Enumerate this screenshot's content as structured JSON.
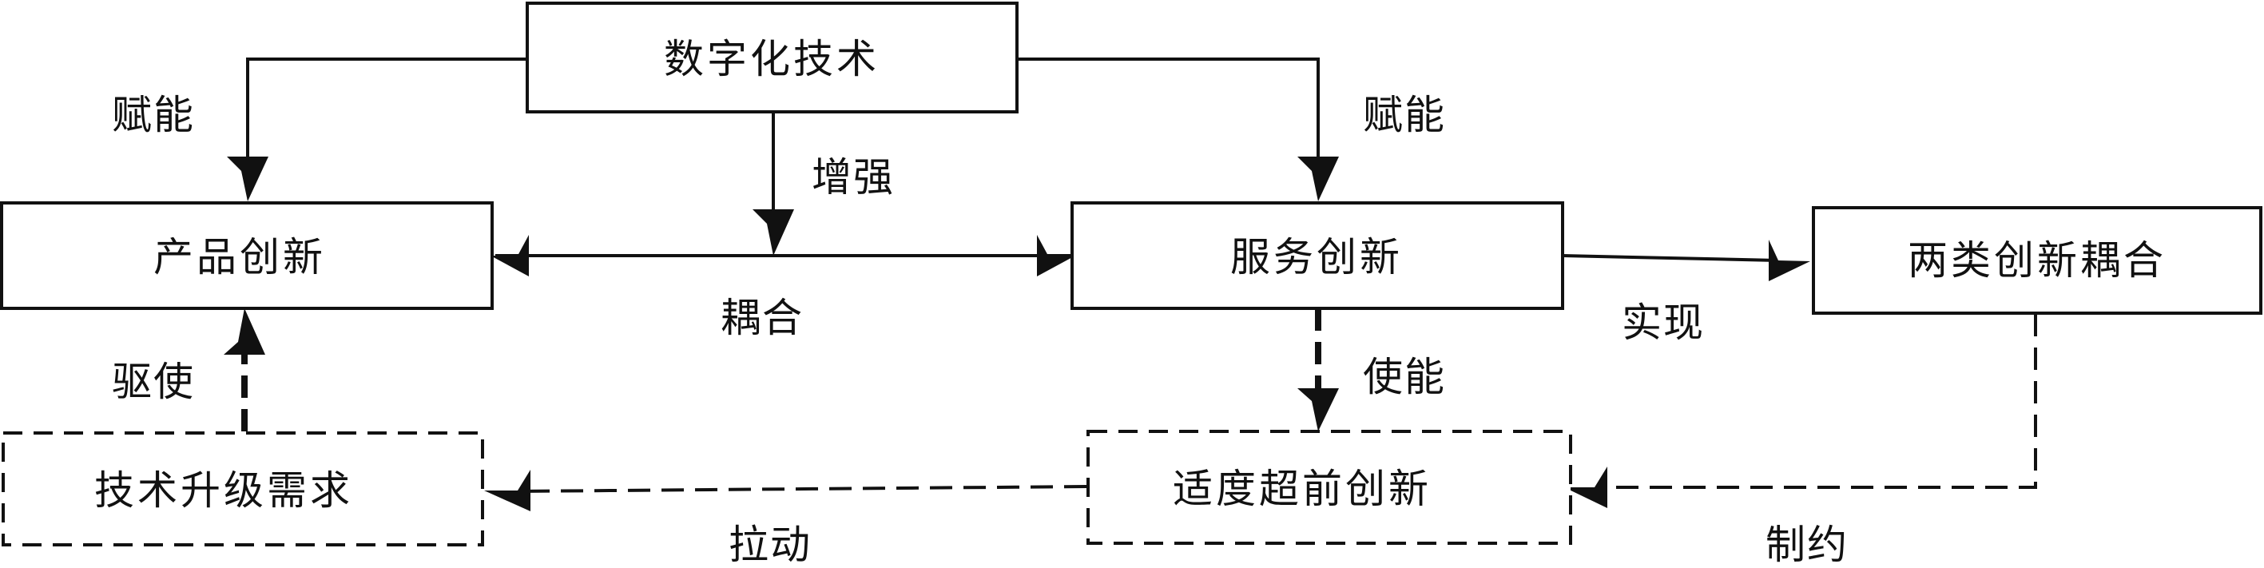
{
  "nodes": {
    "digital_tech": "数字化技术",
    "product_innovation": "产品创新",
    "service_innovation": "服务创新",
    "dual_coupling": "两类创新耦合",
    "tech_upgrade_demand": "技术升级需求",
    "moderate_advance_innovation": "适度超前创新"
  },
  "edges": {
    "empower_left": "赋能",
    "empower_right": "赋能",
    "enhance": "增强",
    "coupling": "耦合",
    "realize": "实现",
    "enable": "使能",
    "drive": "驱使",
    "pull": "拉动",
    "constrain": "制约"
  }
}
